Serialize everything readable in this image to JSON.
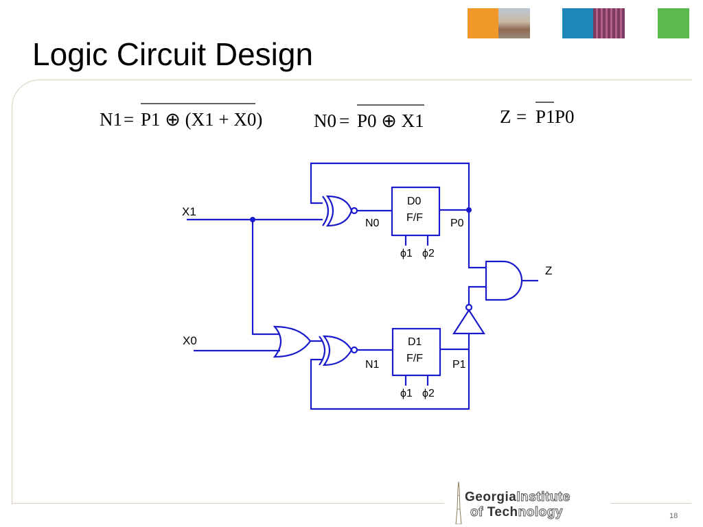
{
  "slide": {
    "title": "Logic Circuit Design",
    "page_number": "18"
  },
  "equations": {
    "n1": {
      "lhs": "N1",
      "rhs_bar": "P1 ⊕ (X1 + X0)"
    },
    "n0": {
      "lhs": "N0",
      "rhs_bar": "P0 ⊕ X1"
    },
    "z": {
      "lhs": "Z",
      "rhs_bar_part": "P1",
      "rhs_rest": "P0"
    }
  },
  "circuit": {
    "inputs": [
      "X1",
      "X0"
    ],
    "output": "Z",
    "flipflops": [
      {
        "name": "D0",
        "type": "F/F",
        "in": "N0",
        "out": "P0",
        "clocks": [
          "ϕ1",
          "ϕ2"
        ]
      },
      {
        "name": "D1",
        "type": "F/F",
        "in": "N1",
        "out": "P1",
        "clocks": [
          "ϕ1",
          "ϕ2"
        ]
      }
    ],
    "wire_color": "#1a1acc"
  },
  "logo": {
    "line1_bold": "Georgia",
    "line1_outline": "Institute",
    "line2_outline_a": "of ",
    "line2_bold": "Tech",
    "line2_outline_b": "nology"
  },
  "thumbnails": [
    "orange",
    "campus-photo",
    "blue",
    "circuit-board",
    "green"
  ]
}
